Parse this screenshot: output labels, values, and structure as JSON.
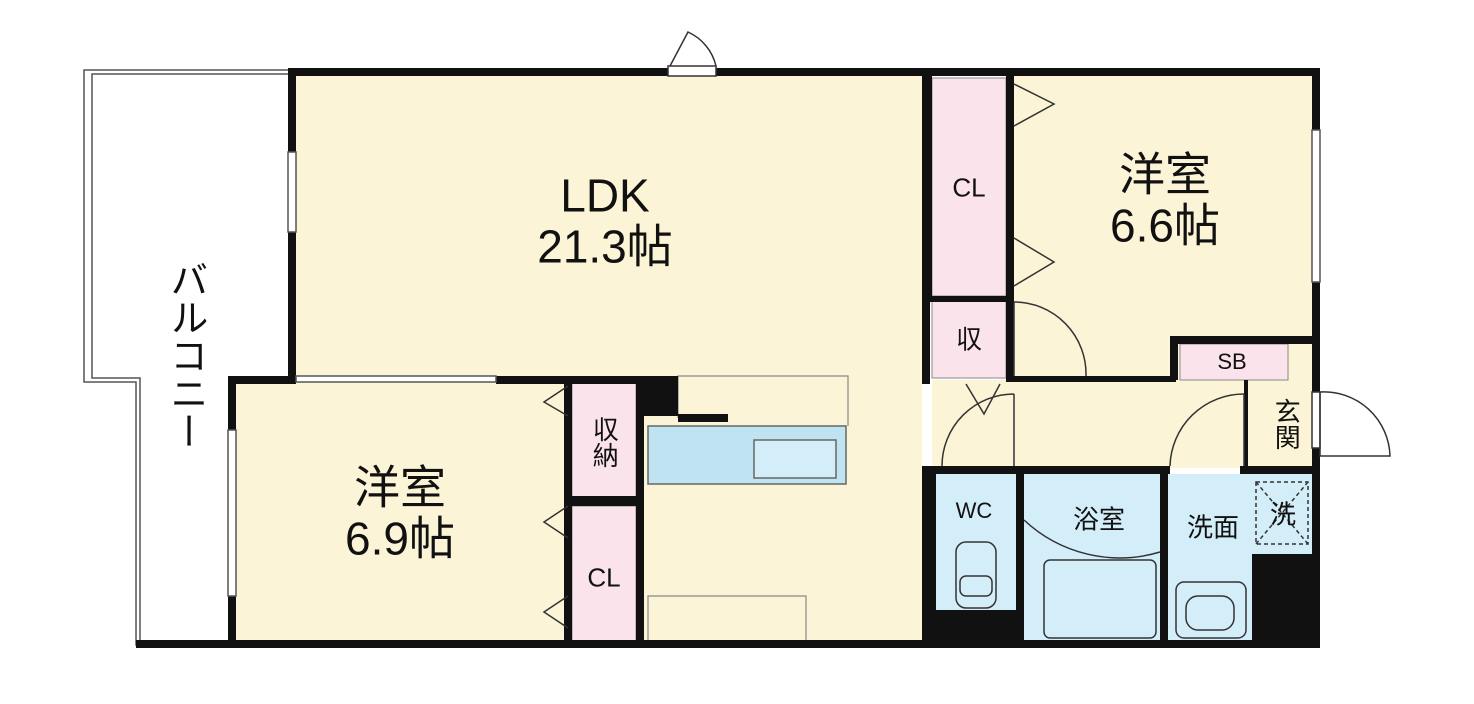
{
  "colors": {
    "floor": "#fbf4d6",
    "closet": "#fbe3ec",
    "water": "#d3eef8",
    "wall": "#111111",
    "balcony": "#ffffff"
  },
  "rooms": {
    "ldk": {
      "name": "LDK",
      "size": "21.3帖"
    },
    "bedroom_east": {
      "name": "洋室",
      "size": "6.6帖"
    },
    "bedroom_west": {
      "name": "洋室",
      "size": "6.9帖"
    },
    "closet_east": "CL",
    "closet_west": "CL",
    "storage_small": "収",
    "storage_west": "収納",
    "shoe_box": "SB",
    "entrance": "玄関",
    "toilet": "WC",
    "bath": "浴室",
    "washroom": "洗面",
    "laundry": "洗",
    "balcony": "バルコニー"
  }
}
